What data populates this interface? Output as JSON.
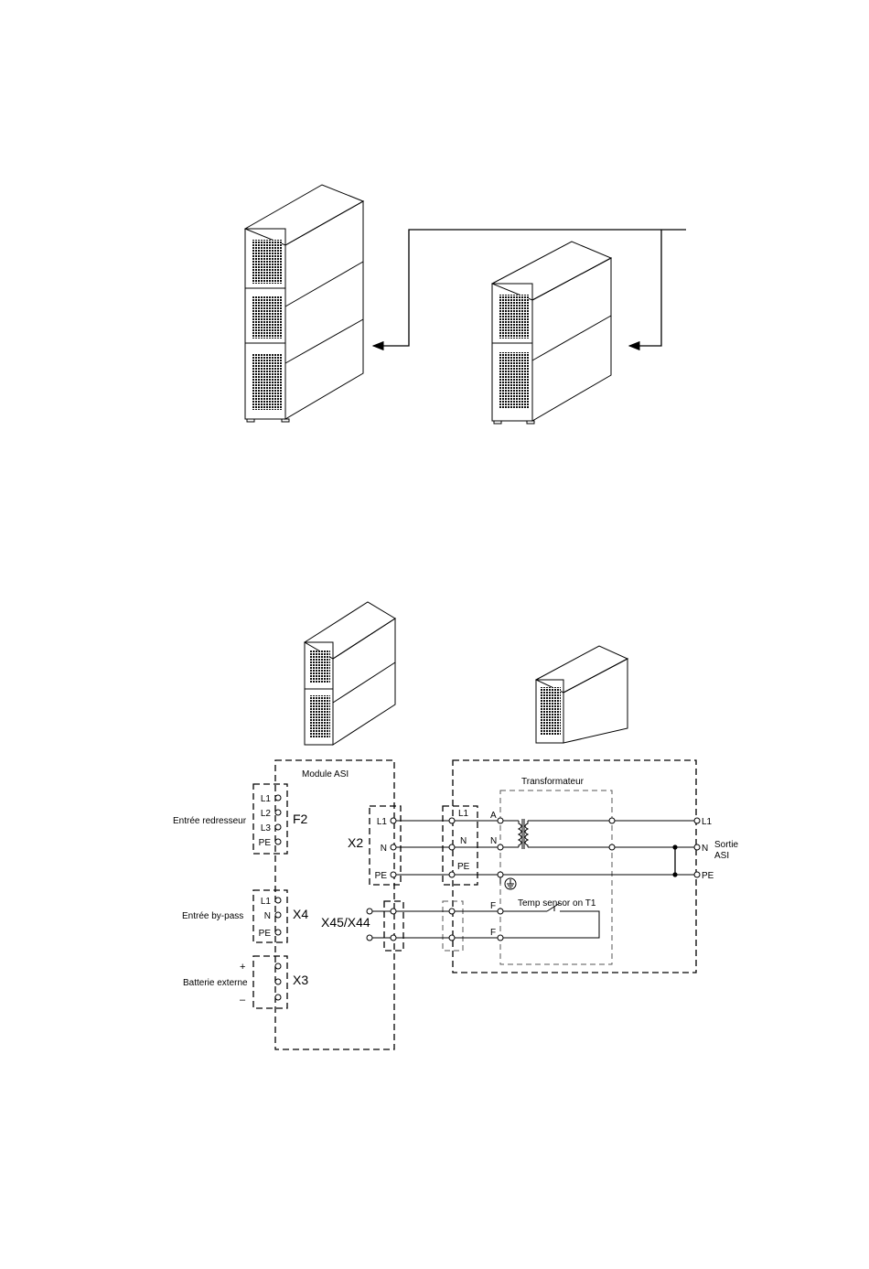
{
  "module": {
    "title": "Module ASI"
  },
  "transformer": {
    "title": "Transformateur",
    "temp_sensor": "Temp sensor on T1"
  },
  "inputs": {
    "rectifier": {
      "label": "Entrée redresseur",
      "connector": "F2",
      "terminals": [
        "L1",
        "L2",
        "L3",
        "PE"
      ]
    },
    "bypass": {
      "label": "Entrée by-pass",
      "connector": "X4",
      "terminals": [
        "L1",
        "N",
        "PE"
      ]
    },
    "battery": {
      "label": "Batterie externe",
      "connector": "X3",
      "terminals": [
        "+",
        "–"
      ]
    }
  },
  "x2": {
    "connector": "X2",
    "terminals": [
      "L1",
      "N",
      "PE"
    ]
  },
  "x45": {
    "connector": "X45/X44"
  },
  "trafo_terminals": {
    "left": [
      "L1",
      "N",
      "PE"
    ],
    "primary": [
      "A",
      "N"
    ],
    "sensor": [
      "F",
      "F"
    ]
  },
  "output": {
    "terminals": [
      "L1",
      "N",
      "PE"
    ],
    "label_line1": "Sortie",
    "label_line2": "ASI"
  }
}
